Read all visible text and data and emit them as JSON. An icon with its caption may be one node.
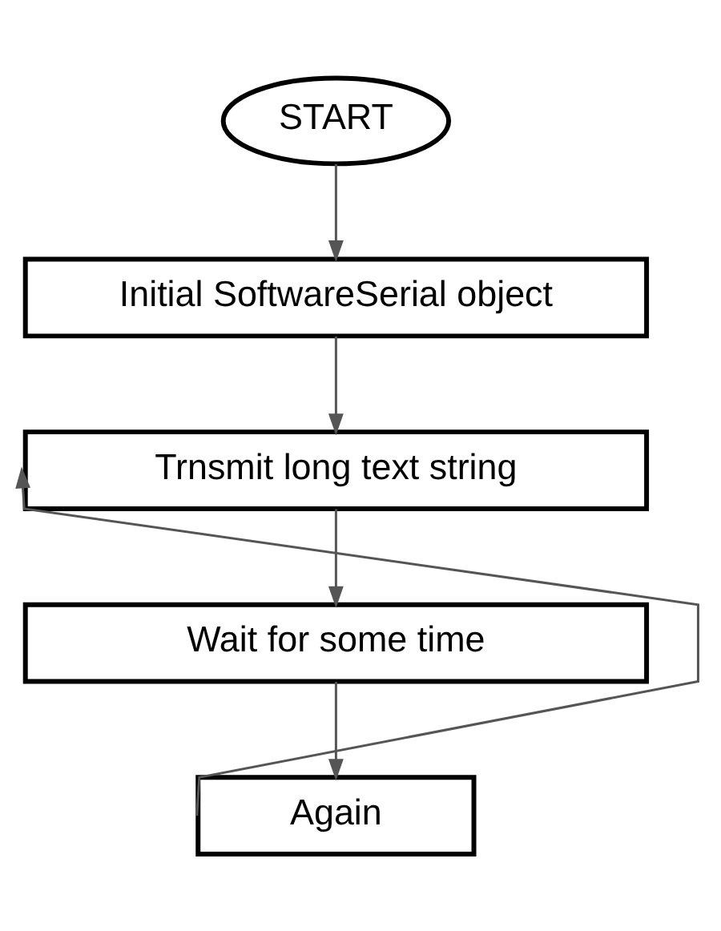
{
  "diagram": {
    "nodes": [
      {
        "text": [
          "START"
        ]
      },
      {
        "text": [
          "Initial SoftwareSerial object"
        ]
      },
      {
        "text": [
          "Trnsmit long text string"
        ]
      },
      {
        "text": [
          "Wait for some time"
        ]
      },
      {
        "text": [
          "Again"
        ]
      }
    ],
    "edges": [
      {
        "from": 0,
        "to": 1,
        "arrow": "to"
      },
      {
        "from": 1,
        "to": 2,
        "arrow": "to"
      },
      {
        "from": 2,
        "to": 3,
        "arrow": "to"
      },
      {
        "from": 3,
        "to": 4,
        "arrow": "to"
      },
      {
        "from": 4,
        "to": 2,
        "arrow": "to"
      }
    ]
  }
}
